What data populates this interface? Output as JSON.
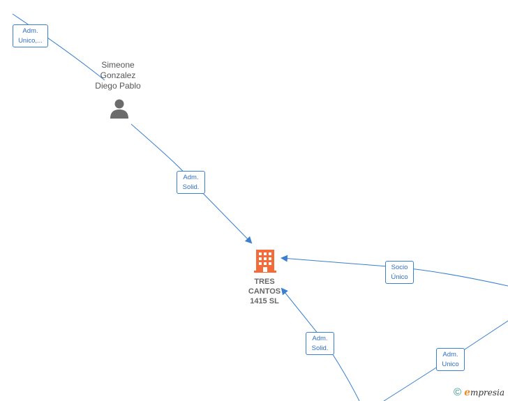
{
  "nodes": {
    "person": {
      "name": "Simeone\nGonzalez\nDiego Pablo",
      "icon": "person-icon",
      "color": "#6b6b6b"
    },
    "company": {
      "name": "TRES\nCANTOS\n1415  SL",
      "icon": "building-icon",
      "color": "#f26b38"
    }
  },
  "edges": {
    "adm_unico_top": "Adm.\nUnico,...",
    "adm_solid_person": "Adm.\nSolid.",
    "socio_unico": "Socio\nÚnico",
    "adm_solid_bottom": "Adm.\nSolid.",
    "adm_unico_bottom": "Adm.\nUnico"
  },
  "colors": {
    "edge": "#3a7fd0",
    "label_text": "#2f6fc4"
  },
  "footer": {
    "copyright_symbol": "©",
    "brand_initial": "e",
    "brand_rest": "mpresia"
  }
}
